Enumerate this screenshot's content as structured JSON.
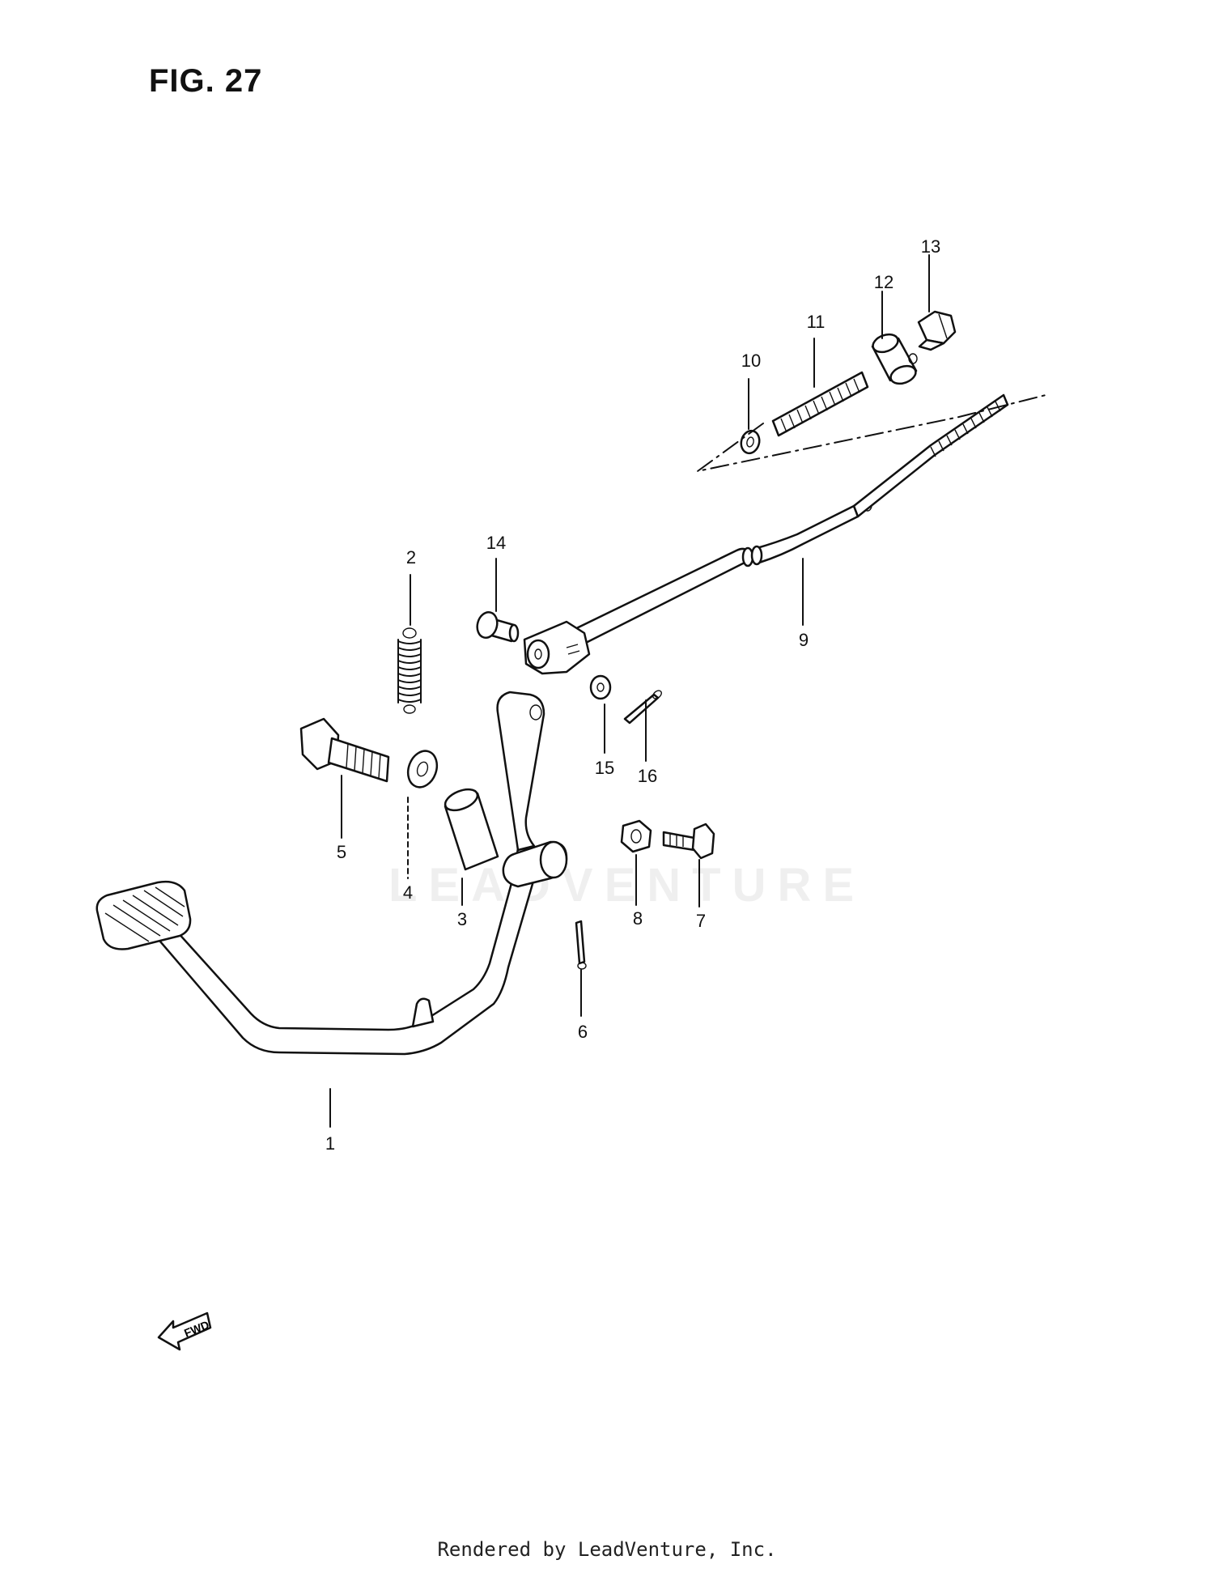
{
  "figure": {
    "title": "FIG. 27",
    "footer": "Rendered by LeadVenture, Inc.",
    "watermark": "LEADVENTURE",
    "fwd_label": "FWD"
  },
  "callouts": {
    "p1": "1",
    "p2": "2",
    "p3": "3",
    "p4": "4",
    "p5": "5",
    "p6": "6",
    "p7": "7",
    "p8": "8",
    "p9": "9",
    "p10": "10",
    "p11": "11",
    "p12": "12",
    "p13": "13",
    "p14": "14",
    "p15": "15",
    "p16": "16"
  }
}
